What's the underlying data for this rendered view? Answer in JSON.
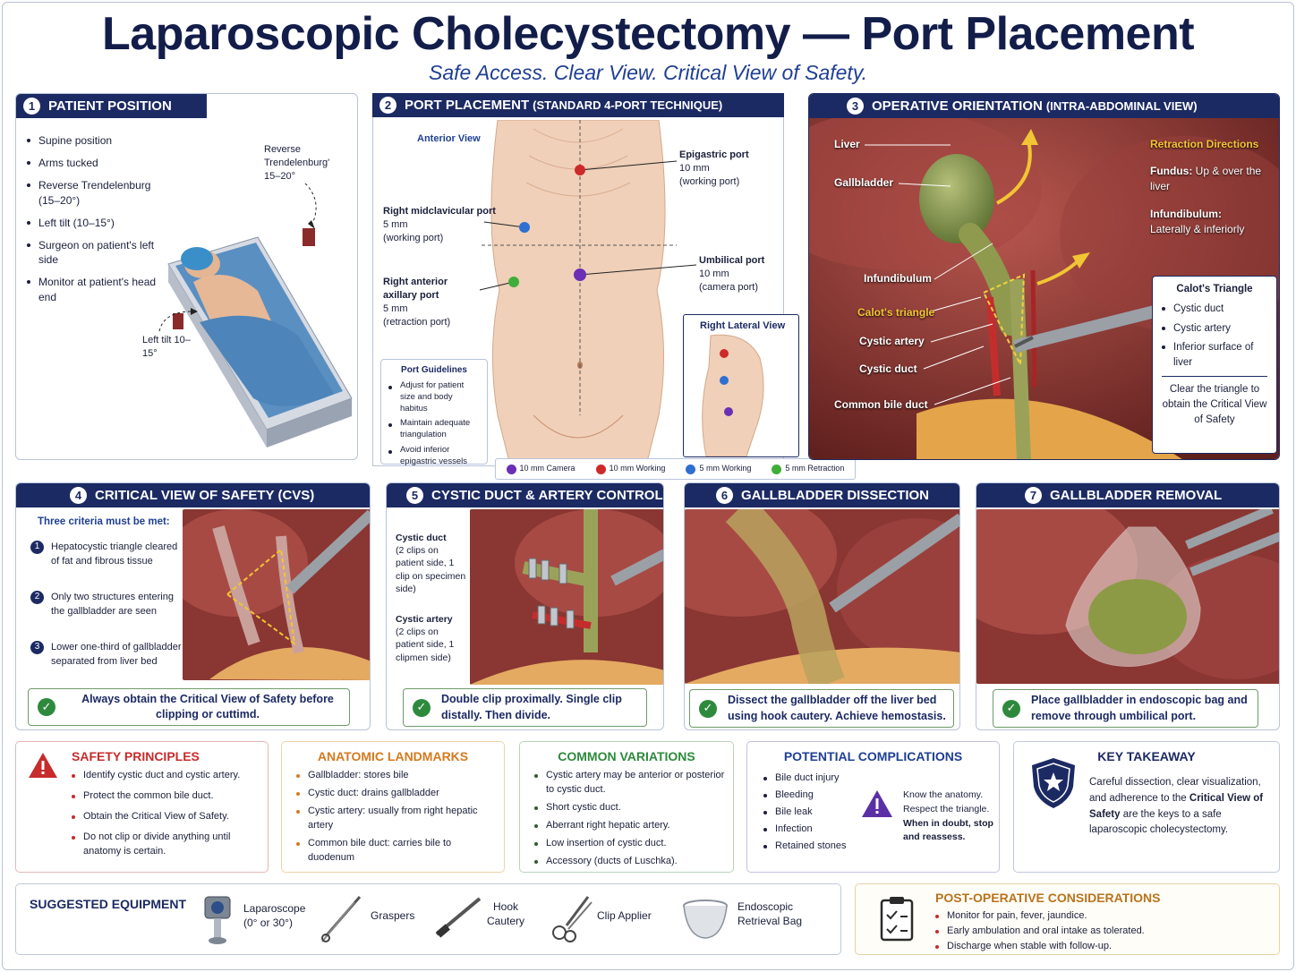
{
  "header": {
    "title": "Laparoscopic Cholecystectomy — Port Placement",
    "subtitle": "Safe Access. Clear View. Critical View of Safety."
  },
  "p1": {
    "num": "1",
    "title": "PATIENT POSITION",
    "items": [
      "Supine position",
      "Arms tucked",
      "Reverse Trendelenburg (15–20°)",
      "Left tilt (10–15°)",
      "Surgeon on patient's left side",
      "Monitor at patient's head end"
    ],
    "rt": "Reverse Trendelenburg' 15–20°",
    "lt": "Left tilt 10–15°"
  },
  "p2": {
    "num": "2",
    "title": "PORT PLACEMENT",
    "sub": "(STANDARD 4-PORT TECHNIQUE)",
    "view": "Anterior View",
    "epi": {
      "t": "Epigastric port",
      "s": "10 mm",
      "r": "(working port)"
    },
    "rmc": {
      "t": "Right midclavicular port",
      "s": "5 mm",
      "r": "(working port)"
    },
    "umb": {
      "t": "Umbilical port",
      "s": "10 mm",
      "r": "(camera port)"
    },
    "raa": {
      "t": "Right anterior axillary port",
      "s": "5 mm",
      "r": "(retraction port)"
    },
    "guide_title": "Port Guidelines",
    "guides": [
      "Adjust for patient size and body habitus",
      "Maintain adequate triangulation",
      "Avoid inferior epigastric vessels"
    ],
    "lateral": "Right Lateral View",
    "legend": [
      {
        "label": "10 mm Camera",
        "color": "#6a2fb4"
      },
      {
        "label": "10 mm Working",
        "color": "#cc2a2a"
      },
      {
        "label": "5 mm Working",
        "color": "#2f6fd0"
      },
      {
        "label": "5 mm Retraction",
        "color": "#3fae3a"
      }
    ]
  },
  "p3": {
    "num": "3",
    "title": "OPERATIVE ORIENTATION",
    "sub": "(INTRA-ABDOMINAL VIEW)",
    "labels": {
      "liver": "Liver",
      "gb": "Gallbladder",
      "inf": "Infundibulum",
      "calot": "Calot's triangle",
      "ca": "Cystic artery",
      "cd": "Cystic duct",
      "cbd": "Common bile duct"
    },
    "retract": {
      "title": "Retraction Directions",
      "fundus_b": "Fundus:",
      "fundus": "Up & over the liver",
      "inf_b": "Infundibulum:",
      "inf": "Laterally & inferiorly"
    },
    "box": {
      "title": "Calot's Triangle",
      "items": [
        "Cystic duct",
        "Cystic artery",
        "Inferior surface of liver"
      ],
      "foot": "Clear the triangle to obtain the Critical View of Safety"
    }
  },
  "p4": {
    "num": "4",
    "title": "CRITICAL VIEW OF SAFETY (CVS)",
    "intro": "Three criteria must be met:",
    "c1": "Hepatocystic triangle cleared of fat and fibrous tissue",
    "c2": "Only two structures entering the gallbladder are seen",
    "c3": "Lower one-third of gallbladder separated from liver bed",
    "note": "Always obtain the Critical View of Safety before clipping or cuttimd."
  },
  "p5": {
    "num": "5",
    "title": "CYSTIC DUCT & ARTERY CONTROL",
    "duct_t": "Cystic duct",
    "duct": "(2 clips on patient side, 1 clip on specimen side)",
    "art_t": "Cystic artery",
    "art": "(2 clips on patient side, 1 clipmen side)",
    "note": "Double clip proximally. Single clip distally. Then divide."
  },
  "p6": {
    "num": "6",
    "title": "GALLBLADDER DISSECTION",
    "note": "Dissect the gallbladder off the liver bed using hook cautery. Achieve hemostasis."
  },
  "p7": {
    "num": "7",
    "title": "GALLBLADDER REMOVAL",
    "note": "Place gallbladder in endoscopic bag and remove through umbilical port."
  },
  "safety": {
    "title": "SAFETY PRINCIPLES",
    "items": [
      "Identify cystic duct and cystic artery.",
      "Protect the common bile duct.",
      "Obtain the Critical View of Safety.",
      "Do not clip or divide anything until anatomy is certain."
    ]
  },
  "landmarks": {
    "title": "ANATOMIC LANDMARKS",
    "items": [
      "Gallbladder: stores bile",
      "Cystic duct: drains gallbladder",
      "Cystic artery: usually from right hepatic artery",
      "Common bile duct: carries bile to duodenum"
    ]
  },
  "variations": {
    "title": "COMMON VARIATIONS",
    "items": [
      "Cystic artery may be anterior or posterior to cystic duct.",
      "Short cystic duct.",
      "Aberrant right hepatic artery.",
      "Low insertion of cystic duct.",
      "Accessory (ducts of Luschka)."
    ]
  },
  "complications": {
    "title": "POTENTIAL COMPLICATIONS",
    "items": [
      "Bile duct injury",
      "Bleeding",
      "Bile leak",
      "Infection",
      "Retained stones"
    ],
    "w1": "Know the anatomy.",
    "w2": "Respect the triangle.",
    "w3": "When in doubt, stop and reassess."
  },
  "takeaway": {
    "title": "KEY TAKEAWAY",
    "pre": "Careful dissection, clear visualization, and adherence to the ",
    "mid": "Critical View of Safety",
    "post": " are the keys to a safe laparoscopic cholecystectomy."
  },
  "equipment": {
    "title": "SUGGESTED EQUIPMENT",
    "e1": "Laparoscope (0° or 30°)",
    "e2": "Graspers",
    "e3": "Hook Cautery",
    "e4": "Clip Applier",
    "e5": "Endoscopic Retrieval Bag"
  },
  "postop": {
    "title": "POST-OPERATIVE CONSIDERATIONS",
    "items": [
      "Monitor for pain, fever, jaundice.",
      "Early ambulation and oral intake as tolerated.",
      "Discharge when stable with follow-up."
    ]
  },
  "colors": {
    "navy": "#1c2a63",
    "red": "#c72b2b",
    "orange": "#d47a1e",
    "green": "#2d8a3d",
    "purple": "#5b2fa6",
    "tissue": "#8e3a36"
  }
}
